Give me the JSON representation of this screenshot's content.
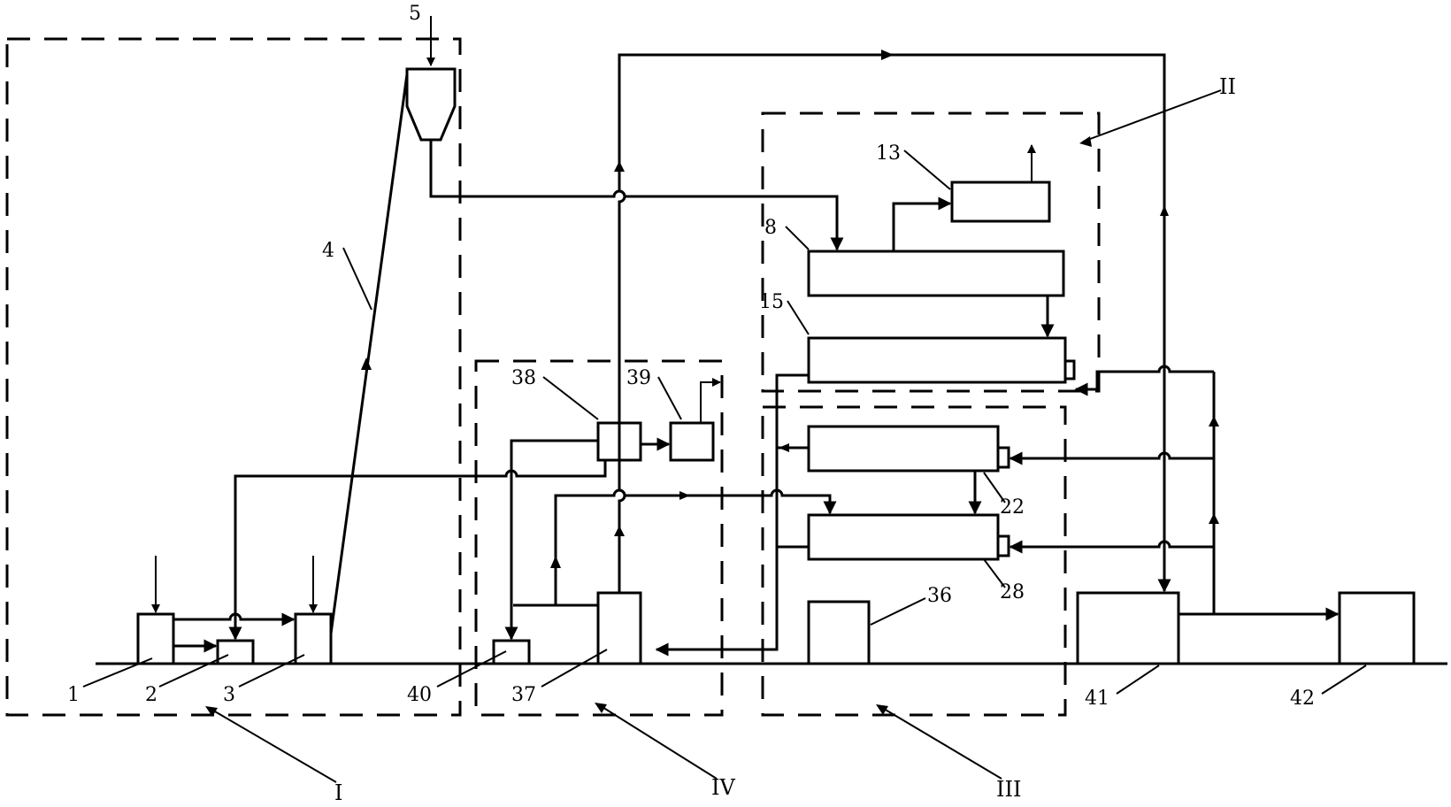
{
  "zones": {
    "I": "I",
    "II": "II",
    "III": "III",
    "IV": "IV"
  },
  "units": {
    "u1": "1",
    "u2": "2",
    "u3": "3",
    "u4": "4",
    "u5": "5",
    "u8": "8",
    "u13": "13",
    "u15": "15",
    "u22": "22",
    "u28": "28",
    "u36": "36",
    "u37": "37",
    "u38": "38",
    "u39": "39",
    "u40": "40",
    "u41": "41",
    "u42": "42"
  }
}
